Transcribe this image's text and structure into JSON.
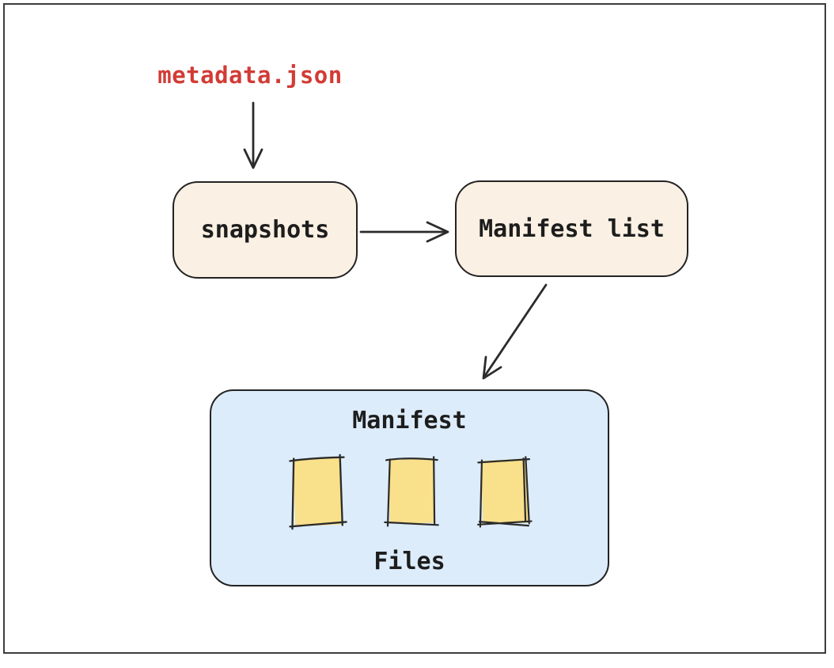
{
  "frame": {
    "background": "#ffffff",
    "border_color": "#3d3d3d"
  },
  "diagram": {
    "metadata_label": {
      "text": "metadata.json",
      "color": "#d23b35"
    },
    "snapshots_node": {
      "label": "snapshots",
      "fill": "#faf0e3",
      "stroke": "#232323"
    },
    "manifest_list_node": {
      "label": "Manifest list",
      "fill": "#faf0e3",
      "stroke": "#232323"
    },
    "manifest_container": {
      "title": "Manifest",
      "footer": "Files",
      "fill": "#ddecfa",
      "stroke": "#232323"
    },
    "file_icons": {
      "name": "file-icon",
      "count": 3,
      "fill": "#f9e08a",
      "stroke": "#2b2b2b"
    },
    "arrows": [
      {
        "name": "arrow-metadata-to-snapshots",
        "direction": "down"
      },
      {
        "name": "arrow-snapshots-to-manifest-list",
        "direction": "right"
      },
      {
        "name": "arrow-manifest-list-to-manifest",
        "direction": "down-left"
      }
    ],
    "stroke_color": "#2b2b2b"
  }
}
